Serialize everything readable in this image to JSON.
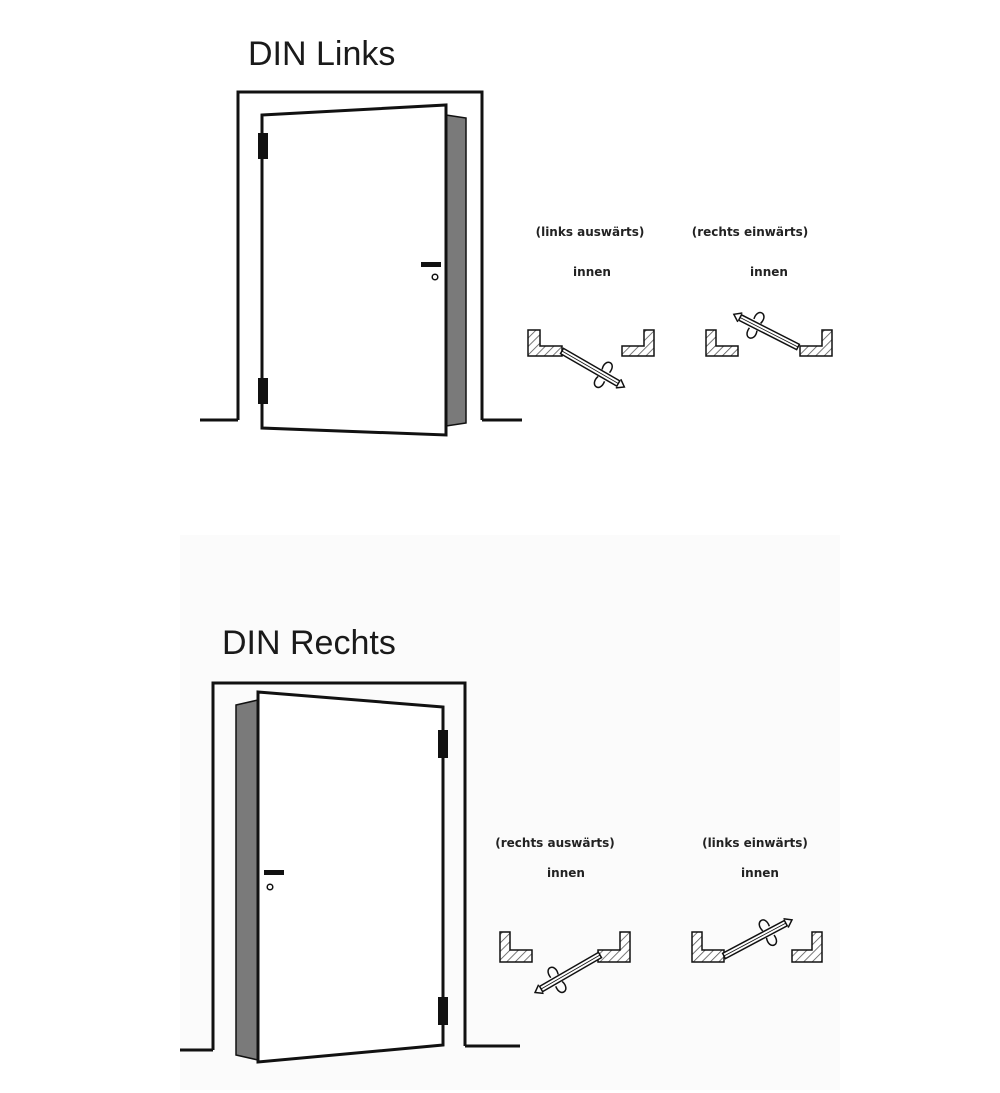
{
  "sections": [
    {
      "title": "DIN Links",
      "variants": [
        {
          "opening": "(links auswärts)",
          "side": "innen"
        },
        {
          "opening": "(rechts einwärts)",
          "side": "innen"
        }
      ]
    },
    {
      "title": "DIN Rechts",
      "variants": [
        {
          "opening": "(rechts auswärts)",
          "side": "innen"
        },
        {
          "opening": "(links einwärts)",
          "side": "innen"
        }
      ]
    }
  ],
  "colors": {
    "line": "#111111",
    "door_edge": "#7a7a7a",
    "hatch": "#555555"
  }
}
